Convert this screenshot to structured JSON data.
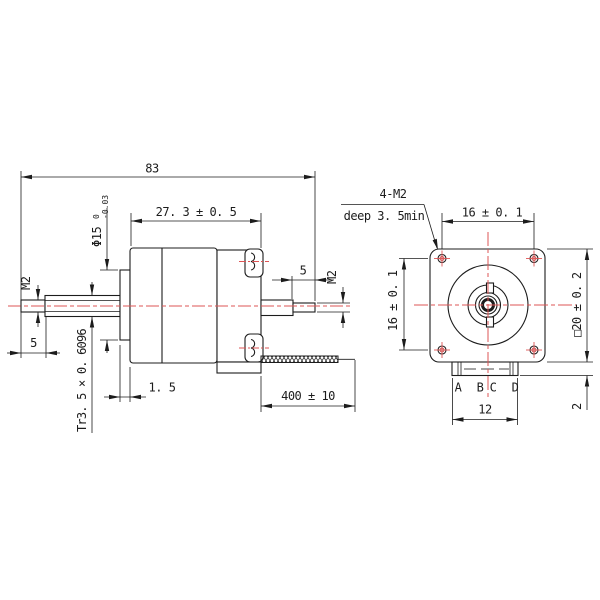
{
  "colors": {
    "line": "#1c1c1c",
    "centerline_red": "#dd5555",
    "background": "#ffffff"
  },
  "side_view": {
    "overall_length": "83",
    "body_length": "27. 3 ± 0. 5",
    "boss_diameter": "Φ15",
    "boss_tolerance_upper": "0",
    "boss_tolerance_lower": "-0.03",
    "front_shaft_thread": "M2",
    "front_thread_length": "5",
    "leadscrew_spec": "Tr3. 5 × 0. 6096",
    "flange_thickness": "1. 5",
    "rear_thread_length": "5",
    "rear_shaft_thread": "M2",
    "cable_length": "400 ± 10"
  },
  "front_view": {
    "mounting_holes": "4-M2",
    "hole_depth": "deep 3. 5min",
    "hole_spacing_horizontal": "16 ± 0. 1",
    "hole_spacing_vertical": "16 ± 0. 1",
    "body_width": "□20 ± 0. 2",
    "connector_width": "12",
    "connector_height": "2",
    "pins": [
      "A",
      "B",
      "C",
      "D"
    ]
  }
}
